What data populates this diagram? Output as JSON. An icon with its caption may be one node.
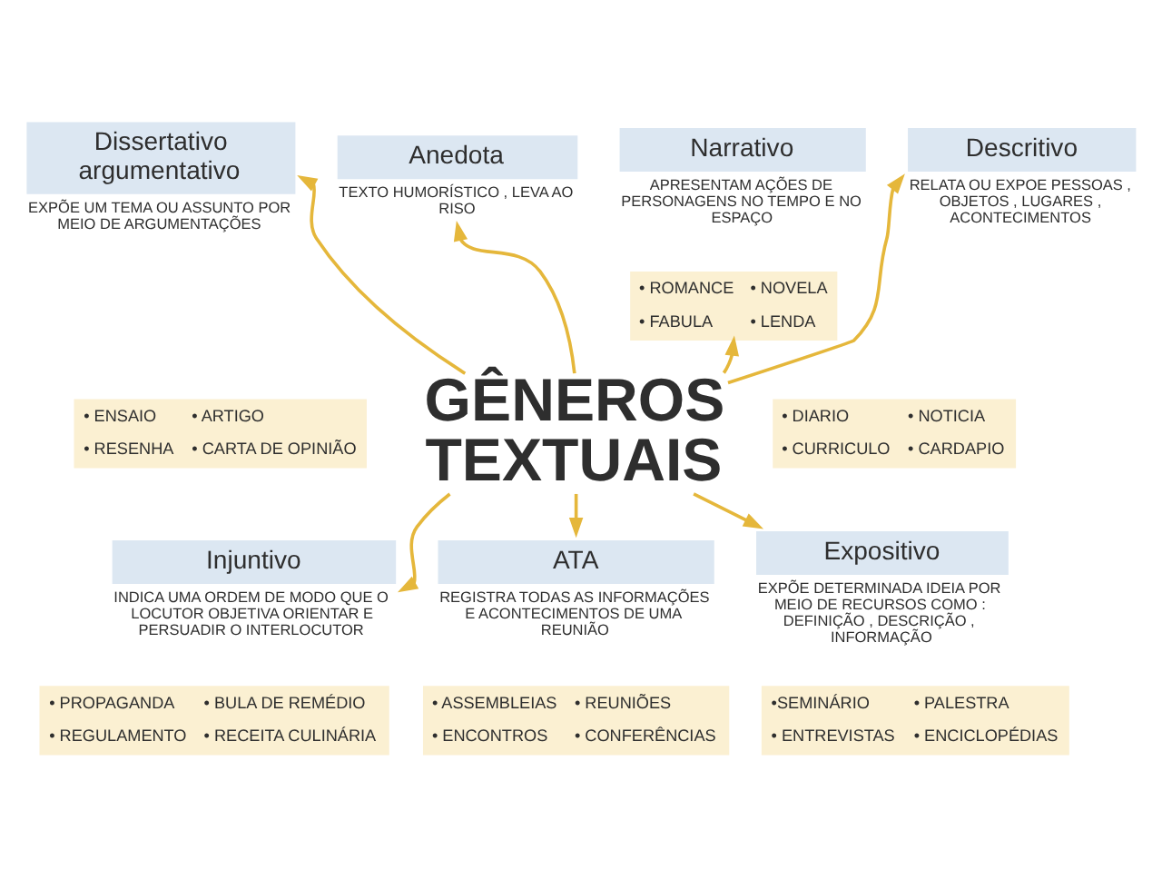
{
  "diagram": {
    "nodes": [
      {
        "text": [
          "Dissertativo argumentativo"
        ],
        "beside": [
          "EXPÕE UM TEMA OU ASSUNTO POR MEIO DE ARGUMENTAÇÕES"
        ]
      },
      {
        "text": [
          "• ENSAIO",
          "• ARTIGO",
          "• RESENHA",
          "• CARTA DE OPINIÃO"
        ]
      },
      {
        "text": [
          "Anedota"
        ],
        "beside": [
          "TEXTO HUMORÍSTICO , LEVA AO RISO"
        ]
      },
      {
        "text": [
          "Narrativo"
        ],
        "beside": [
          "APRESENTAM AÇÕES DE PERSONAGENS NO TEMPO E NO ESPAÇO"
        ]
      },
      {
        "text": [
          "• ROMANCE",
          "• NOVELA",
          "• FABULA",
          "• LENDA"
        ]
      },
      {
        "text": [
          "Descritivo"
        ],
        "beside": [
          "RELATA OU EXPOE PESSOAS , OBJETOS , LUGARES , ACONTECIMENTOS"
        ]
      },
      {
        "text": [
          "• DIARIO",
          "• NOTICIA",
          "• CURRICULO",
          "• CARDAPIO"
        ]
      },
      {
        "text": [
          "GÊNEROS TEXTUAIS"
        ]
      },
      {
        "text": [
          "Expositivo"
        ],
        "beside": [
          "EXPÕE DETERMINADA IDEIA POR MEIO DE RECURSOS COMO : DEFINIÇÃO , DESCRIÇÃO , INFORMAÇÃO"
        ]
      },
      {
        "text": [
          "•SEMINÁRIO",
          "• PALESTRA",
          "• ENTREVISTAS",
          "• ENCICLOPÉDIAS"
        ]
      },
      {
        "text": [
          "Injuntivo"
        ],
        "beside": [
          "INDICA UMA ORDEM DE MODO QUE O LOCUTOR OBJETIVA ORIENTAR E PERSUADIR O INTERLOCUTOR"
        ]
      },
      {
        "text": [
          "• PROPAGANDA",
          "• BULA DE REMÉDIO",
          "• REGULAMENTO",
          "• RECEITA CULINÁRIA"
        ]
      },
      {
        "text": [
          "ATA"
        ],
        "beside": [
          "REGISTRA TODAS AS INFORMAÇÕES E ACONTECIMENTOS DE UMA REUNIÃO"
        ]
      },
      {
        "text": [
          "• ASSEMBLEIAS",
          "• REUNIÕES",
          "• ENCONTROS",
          "• CONFERÊNCIAS"
        ]
      }
    ],
    "edges": [
      {
        "from": 7,
        "to": 0,
        "arrow": "to"
      },
      {
        "from": 7,
        "to": 2,
        "arrow": "to"
      },
      {
        "from": 7,
        "to": 4,
        "arrow": "to"
      },
      {
        "from": 7,
        "to": 5,
        "arrow": "to"
      },
      {
        "from": 7,
        "to": 8,
        "arrow": "to"
      },
      {
        "from": 7,
        "to": 12,
        "arrow": "to"
      },
      {
        "from": 7,
        "to": 10,
        "arrow": "to"
      }
    ]
  }
}
